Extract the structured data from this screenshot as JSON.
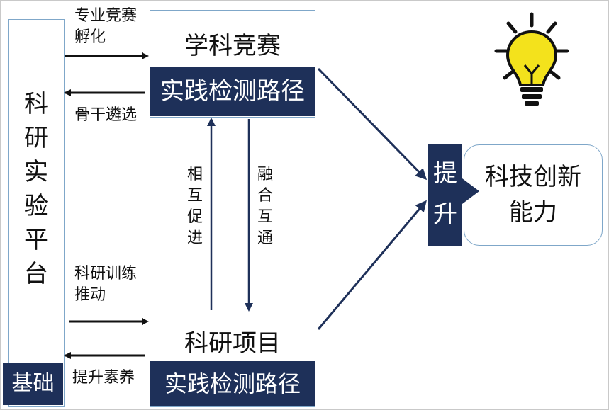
{
  "platform": {
    "title": "科\n研\n实\n验\n平\n台",
    "base": "基础"
  },
  "competition": {
    "title": "学科竞赛",
    "path": "实践检测路径"
  },
  "project": {
    "title": "科研项目",
    "path": "实践检测路径"
  },
  "edges": {
    "incubate": "专业竞赛\n孵化",
    "select": "骨干遴选",
    "training": "科研训练\n推动",
    "improve": "提升素养",
    "mutual": "相\n互\n促\n进",
    "fusion": "融\n合\n互\n通"
  },
  "outcome": {
    "lift": "提\n升",
    "result": "科技创新\n能力"
  },
  "icons": {
    "bulb": "light-bulb-icon"
  },
  "colors": {
    "navy": "#1e3059",
    "bulb": "#f3e21c",
    "border": "#7fa7c9"
  }
}
